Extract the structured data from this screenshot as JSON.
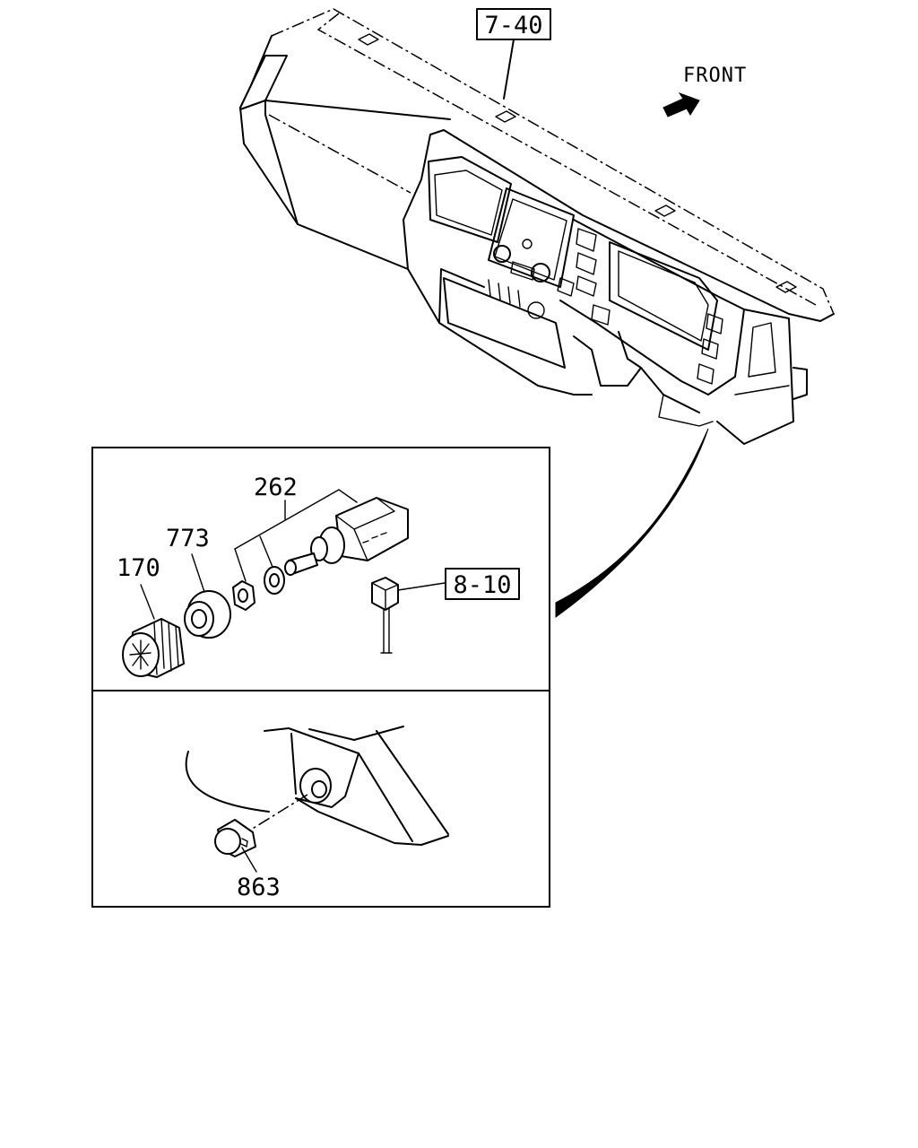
{
  "orientation": {
    "label": "FRONT",
    "icon": "arrow-icon"
  },
  "references": [
    {
      "id": "ref-dashboard",
      "text": "7-40"
    },
    {
      "id": "ref-wiring",
      "text": "8-10"
    }
  ],
  "parts": [
    {
      "id": "part-switch",
      "number": "262"
    },
    {
      "id": "part-nut",
      "number": "773"
    },
    {
      "id": "part-knob",
      "number": "170"
    },
    {
      "id": "part-plug",
      "number": "863"
    }
  ],
  "colors": {
    "line": "#000000",
    "background": "#ffffff"
  }
}
